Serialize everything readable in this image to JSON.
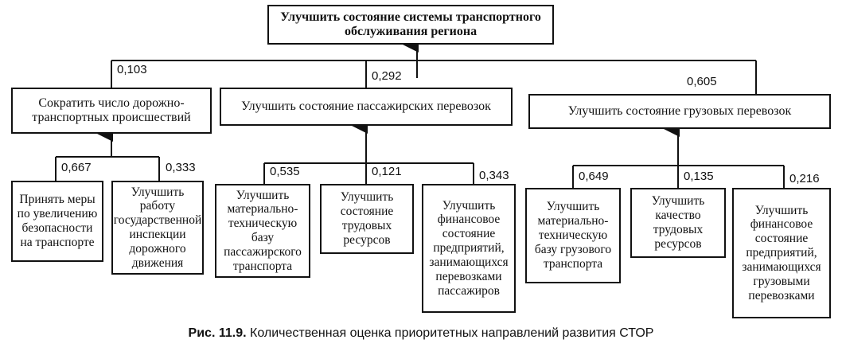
{
  "goal": {
    "label": "Улучшить состояние системы транспортного обслуживания региона"
  },
  "branches": [
    {
      "label": "Сократить число дорожно-транспортных происшествий",
      "weight": "0,103",
      "children": [
        {
          "label": "Принять меры по увеличению безопасности на транспорте",
          "weight": "0,667"
        },
        {
          "label": "Улучшить работу государственной инспекции дорожного движения",
          "weight": "0,333"
        }
      ]
    },
    {
      "label": "Улучшить состояние пассажирских перевозок",
      "weight": "0,292",
      "children": [
        {
          "label": "Улучшить материально-техническую базу пассажирского транспорта",
          "weight": "0,535"
        },
        {
          "label": "Улучшить состояние трудовых ресурсов",
          "weight": "0,121"
        },
        {
          "label": "Улучшить финансовое состояние предприятий, занимающихся перевозками пассажиров",
          "weight": "0,343"
        }
      ]
    },
    {
      "label": "Улучшить состояние грузовых перевозок",
      "weight": "0,605",
      "children": [
        {
          "label": "Улучшить материально-техническую базу грузового транспорта",
          "weight": "0,649"
        },
        {
          "label": "Улучшить качество трудовых ресурсов",
          "weight": "0,135"
        },
        {
          "label": "Улучшить финансовое состояние предприятий, занимающихся грузовыми перевозками",
          "weight": "0,216"
        }
      ]
    }
  ],
  "caption": {
    "number": "Рис. 11.9.",
    "text": " Количественная оценка приоритетных направлений развития СТОР"
  }
}
